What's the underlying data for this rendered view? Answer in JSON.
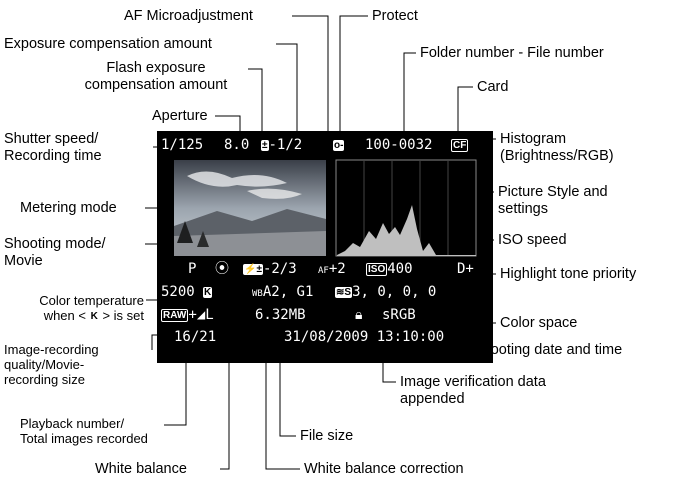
{
  "labels": {
    "af_micro": "AF Microadjustment",
    "protect": "Protect",
    "exp_comp": "Exposure compensation amount",
    "folder_file": "Folder number - File number",
    "flash_comp": [
      "Flash exposure",
      "compensation amount"
    ],
    "card": "Card",
    "aperture": "Aperture",
    "shutter": [
      "Shutter speed/",
      "Recording time"
    ],
    "histogram": [
      "Histogram",
      "(Brightness/RGB)"
    ],
    "picture_style": [
      "Picture Style and",
      "settings"
    ],
    "metering": "Metering mode",
    "shooting_mode": [
      "Shooting mode/",
      "Movie"
    ],
    "iso": "ISO speed",
    "highlight": "Highlight tone priority",
    "color_temp": [
      "Color temperature",
      "when < > is set"
    ],
    "color_space": "Color space",
    "quality": [
      "Image-recording",
      "quality/Movie-",
      "recording size"
    ],
    "date_time": "Shooting date and time",
    "verification": [
      "Image verification data",
      "appended"
    ],
    "playback": [
      "Playback number/",
      "Total images recorded"
    ],
    "file_size": "File size",
    "white_balance": "White balance",
    "wb_correction": "White balance correction"
  },
  "screen": {
    "shutter": "1/125",
    "aperture": "8.0",
    "exp_comp": "-1/2",
    "folder_file": "100-0032",
    "card": "CF",
    "mode": "P",
    "flash_comp": "-2/3",
    "af_micro": "+2",
    "iso_label": "ISO",
    "iso": "400",
    "highlight": "D+",
    "color_temp": "5200",
    "k": "K",
    "wb_corr_prefix": "WB",
    "wb_corr": "A2, G1",
    "ps_settings": "3, 0, 0, 0",
    "raw": "RAW",
    "quality": "+◢L",
    "file_size": "6.32MB",
    "color_space": "sRGB",
    "playback": "16/21",
    "datetime": "31/08/2009 13:10:00"
  }
}
